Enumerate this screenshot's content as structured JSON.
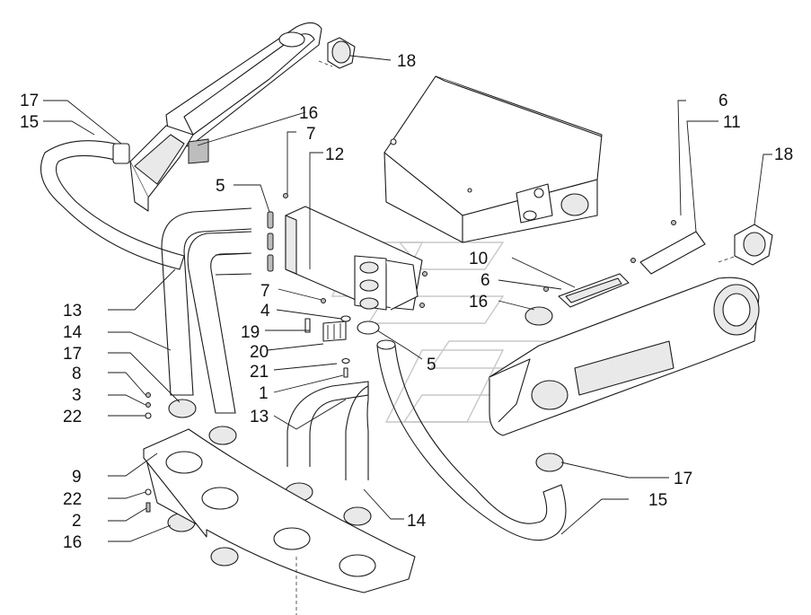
{
  "callouts": [
    {
      "id": "c18a",
      "text": "18"
    },
    {
      "id": "c17a",
      "text": "17"
    },
    {
      "id": "c15a",
      "text": "15"
    },
    {
      "id": "c16a",
      "text": "16"
    },
    {
      "id": "c7a",
      "text": "7"
    },
    {
      "id": "c12",
      "text": "12"
    },
    {
      "id": "c5a",
      "text": "5"
    },
    {
      "id": "c6a",
      "text": "6"
    },
    {
      "id": "c11",
      "text": "11"
    },
    {
      "id": "c18b",
      "text": "18"
    },
    {
      "id": "c10",
      "text": "10"
    },
    {
      "id": "c6b",
      "text": "6"
    },
    {
      "id": "c16b",
      "text": "16"
    },
    {
      "id": "c7b",
      "text": "7"
    },
    {
      "id": "c4",
      "text": "4"
    },
    {
      "id": "c13a",
      "text": "13"
    },
    {
      "id": "c14a",
      "text": "14"
    },
    {
      "id": "c19",
      "text": "19"
    },
    {
      "id": "c20",
      "text": "20"
    },
    {
      "id": "c5b",
      "text": "5"
    },
    {
      "id": "c17b",
      "text": "17"
    },
    {
      "id": "c21",
      "text": "21"
    },
    {
      "id": "c8",
      "text": "8"
    },
    {
      "id": "c3",
      "text": "3"
    },
    {
      "id": "c1",
      "text": "1"
    },
    {
      "id": "c22a",
      "text": "22"
    },
    {
      "id": "c13b",
      "text": "13"
    },
    {
      "id": "c9",
      "text": "9"
    },
    {
      "id": "c17c",
      "text": "17"
    },
    {
      "id": "c15b",
      "text": "15"
    },
    {
      "id": "c22b",
      "text": "22"
    },
    {
      "id": "c2",
      "text": "2"
    },
    {
      "id": "c14b",
      "text": "14"
    },
    {
      "id": "c16c",
      "text": "16"
    }
  ],
  "colors": {
    "line": "#1a1a1a",
    "shade": "#e9e9e9",
    "watermark": "#c8c8c8"
  }
}
